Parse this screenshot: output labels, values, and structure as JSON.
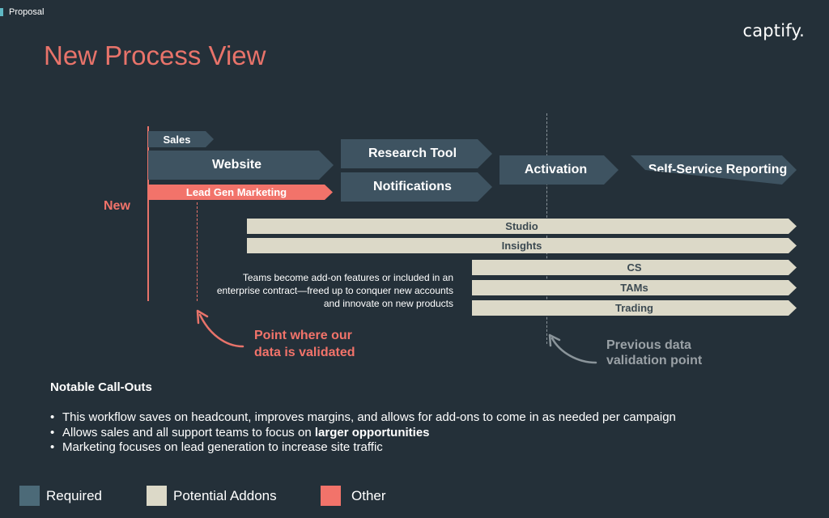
{
  "header": {
    "tag_label": "Proposal",
    "logo_text": "captify.",
    "title": "New Process View"
  },
  "colors": {
    "required": "#3e5361",
    "addon": "#dcd9c8",
    "other": "#f2736a",
    "title": "#e8736a",
    "background": "#243039"
  },
  "diagram": {
    "row_label": "New",
    "steps": {
      "sales": "Sales",
      "website": "Website",
      "lead_gen": "Lead Gen Marketing",
      "research_tool": "Research Tool",
      "notifications": "Notifications",
      "activation": "Activation",
      "self_service": "Self-Service Reporting"
    },
    "addon_bars": {
      "studio": "Studio",
      "insights": "Insights",
      "cs": "CS",
      "tams": "TAMs",
      "trading": "Trading"
    },
    "teams_note": "Teams become add-on features or included in an enterprise contract—freed up to conquer new accounts and innovate on new products",
    "validated_callout": {
      "line1": "Point where our",
      "line2": "data is validated"
    },
    "previous_callout": {
      "line1": "Previous data",
      "line2": "validation point"
    }
  },
  "notes": {
    "heading": "Notable Call-Outs",
    "bullet1": "This workflow saves on headcount, improves margins, and allows for add-ons to come in as needed per campaign",
    "bullet2_prefix": "Allows sales and all support teams to focus on ",
    "bullet2_bold": "larger opportunities",
    "bullet3": "Marketing focuses on lead generation to increase site traffic"
  },
  "legend": {
    "required": "Required",
    "addons": "Potential Addons",
    "other": "Other"
  }
}
